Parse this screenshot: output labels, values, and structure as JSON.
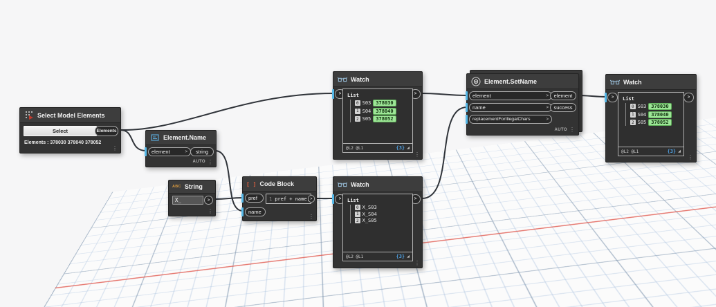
{
  "canvas": {
    "background": "#f6f6f7",
    "axis_color": "#e0574e"
  },
  "icons": {
    "chevron": ">",
    "ellipsis": "⋮",
    "resize_grip": "◢"
  },
  "nodes": {
    "select_model_elements": {
      "title": "Select Model Elements",
      "button": "Select",
      "output": "Elements",
      "result": "Elements : 378030 378040 378052"
    },
    "element_name": {
      "title": "Element.Name",
      "input": "element",
      "output": "string",
      "lacing": "AUTO"
    },
    "string_input": {
      "title": "String",
      "icon_label": "ABC",
      "value": "X_"
    },
    "code_block": {
      "title": "Code Block",
      "icon_label": "[ ]",
      "inputs": [
        "pref",
        "name"
      ],
      "line_number": "1",
      "code": "pref + name;"
    },
    "watch_top": {
      "title": "Watch",
      "list_label": "List",
      "levels": "@L2 @L1",
      "count": "{3}",
      "rows": [
        {
          "index": "0",
          "label": "S03",
          "value": "378030"
        },
        {
          "index": "1",
          "label": "S04",
          "value": "378040"
        },
        {
          "index": "2",
          "label": "S05",
          "value": "378052"
        }
      ]
    },
    "watch_bottom": {
      "title": "Watch",
      "list_label": "List",
      "levels": "@L2 @L1",
      "count": "{3}",
      "rows": [
        {
          "index": "0",
          "label": "X_S03"
        },
        {
          "index": "1",
          "label": "X_S04"
        },
        {
          "index": "2",
          "label": "X_S05"
        }
      ]
    },
    "element_set_name": {
      "title": "Element.SetName",
      "inputs": [
        "element",
        "name",
        "replacementForIllegalChars"
      ],
      "outputs": [
        "element",
        "success"
      ],
      "lacing": "AUTO"
    },
    "watch_right": {
      "title": "Watch",
      "list_label": "List",
      "levels": "@L2 @L1",
      "count": "{3}",
      "rows": [
        {
          "index": "0",
          "label": "S03",
          "value": "378030"
        },
        {
          "index": "1",
          "label": "S04",
          "value": "378040"
        },
        {
          "index": "2",
          "label": "S05",
          "value": "378052"
        }
      ]
    }
  }
}
